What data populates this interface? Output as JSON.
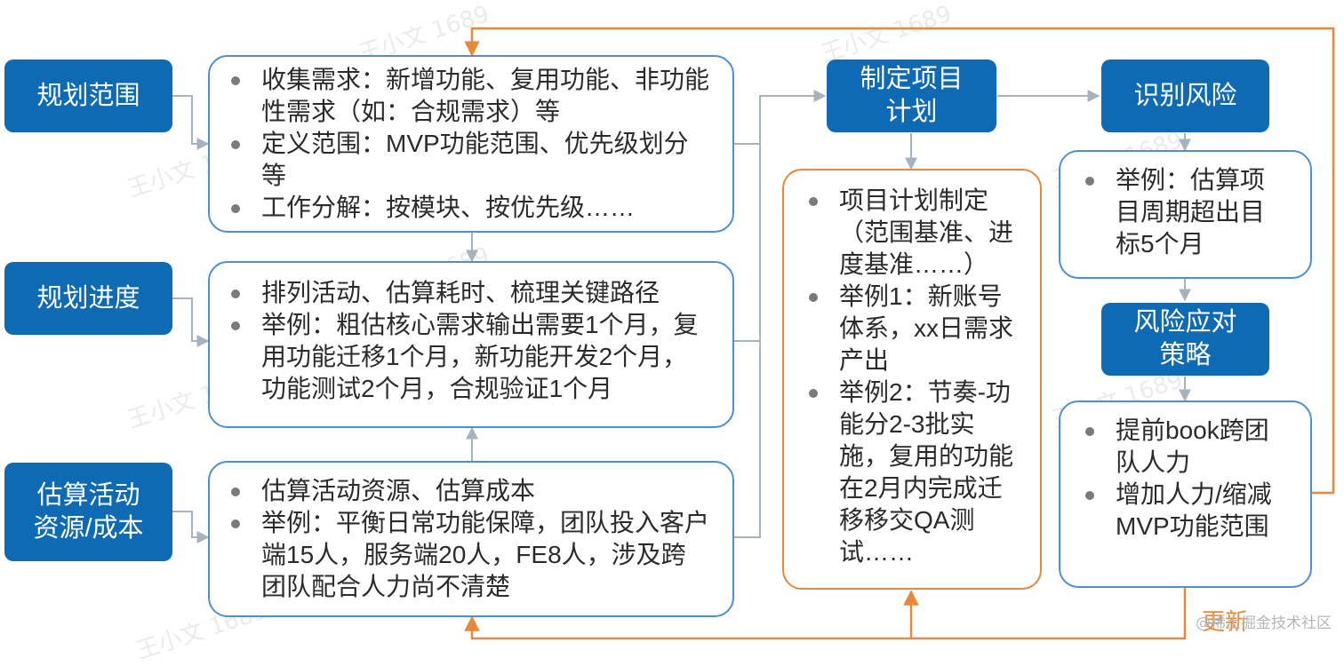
{
  "watermark": "王小文 1689",
  "phases": {
    "scope": "规划范围",
    "schedule": "规划进度",
    "resource": "估算活动资源/成本",
    "plan": "制定项目计划",
    "risk": "识别风险",
    "strategy": "风险应对策略"
  },
  "boxes": {
    "scope": [
      "收集需求：新增功能、复用功能、非功能性需求（如：合规需求）等",
      "定义范围：MVP功能范围、优先级划分等",
      "工作分解：按模块、按优先级……"
    ],
    "schedule": [
      "排列活动、估算耗时、梳理关键路径",
      "举例：粗估核心需求输出需要1个月，复用功能迁移1个月，新功能开发2个月，功能测试2个月，合规验证1个月"
    ],
    "resource": [
      "估算活动资源、估算成本",
      "举例：平衡日常功能保障，团队投入客户端15人，服务端20人，FE8人，涉及跨团队配合人力尚不清楚"
    ],
    "plan": [
      "项目计划制定（范围基准、进度基准……）",
      "举例1：新账号体系，xx日需求产出",
      "举例2：节奏-功能分2-3批实施，复用的功能在2月内完成迁移移交QA测试……"
    ],
    "risk": [
      "举例：估算项目周期超出目标5个月"
    ],
    "strategy": [
      "提前book跨团队人力",
      "增加人力/缩减MVP功能范围"
    ]
  },
  "update_label": "更新",
  "footer": "@稀土掘金技术社区",
  "colors": {
    "phase_fill": "#0f6ab4",
    "box_border": "#4f8fcf",
    "plan_border": "#e8883a",
    "feedback_line": "#e8883a",
    "flow_line": "#a6b3bf"
  }
}
